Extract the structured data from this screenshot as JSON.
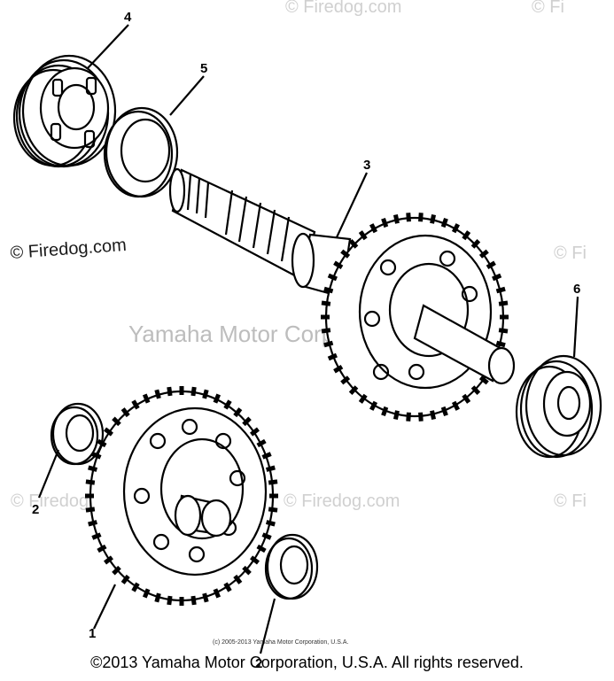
{
  "callouts": {
    "c4": "4",
    "c5": "5",
    "c3": "3",
    "c6": "6",
    "c2a": "2",
    "c2b": "2",
    "c1": "1"
  },
  "watermarks": {
    "tl": "© Firedog.com",
    "top": "© Firedog.com",
    "mid_left": "© Firedog.com",
    "center": "Yamaha Motor Corp. U.S.A.",
    "mid_center": "© Firedog.com",
    "right": "© Fi"
  },
  "small_copyright": "(c) 2005-2013 Yamaha Motor Corporation, U.S.A.",
  "footer": "©2013 Yamaha Motor Corporation, U.S.A. All rights reserved."
}
